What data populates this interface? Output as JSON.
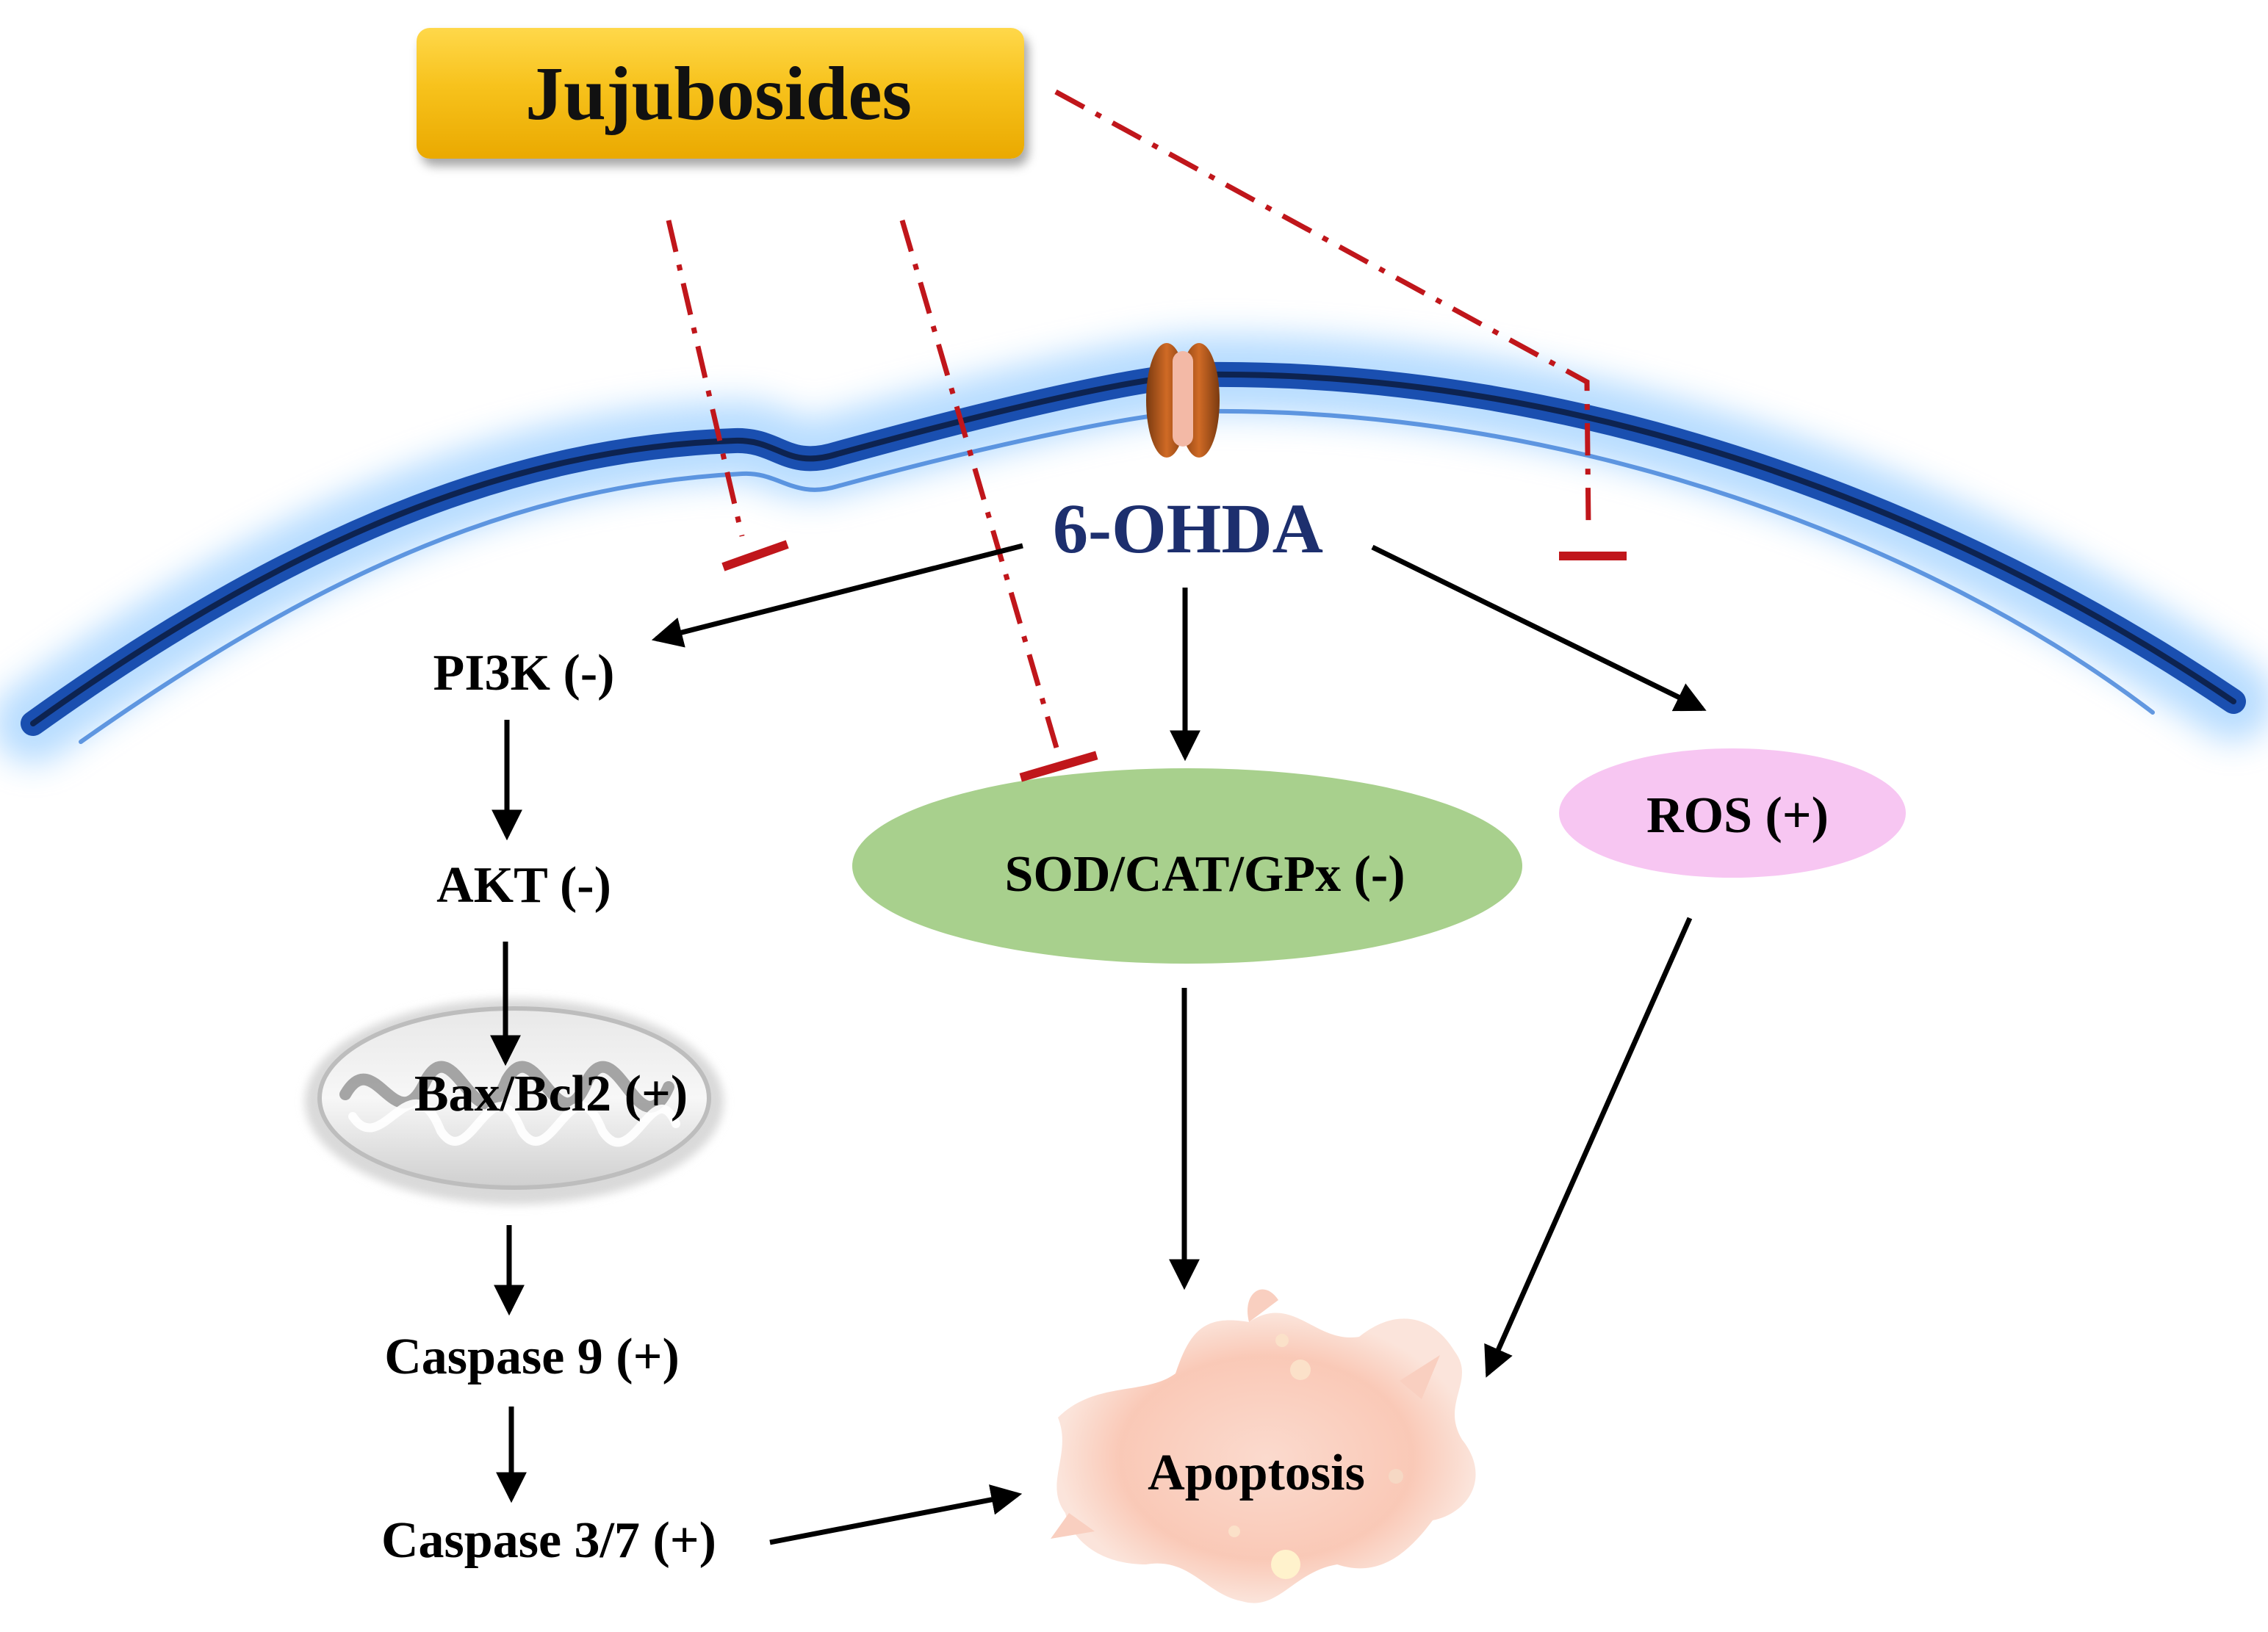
{
  "title": "Jujubosides",
  "stressor": "6-OHDA",
  "nodes": {
    "pi3k": "PI3K  (-)",
    "akt": "AKT  (-)",
    "bax": "Bax/Bcl2  (+)",
    "casp9": "Caspase 9  (+)",
    "casp37": "Caspase 3/7 (+)",
    "sod": "SOD/CAT/GPx  (-)",
    "ros": "ROS  (+)",
    "apoptosis": "Apoptosis"
  },
  "colors": {
    "title_fill": "#f7c21c",
    "membrane": "#1a4fb0",
    "inhibition": "#c0161b",
    "arrow": "#000000",
    "sod_fill": "#a8d08d",
    "ros_fill": "#f7c6f2",
    "apoptosis_fill": "#f9cfc0",
    "ohda_text": "#1d2f6e"
  }
}
